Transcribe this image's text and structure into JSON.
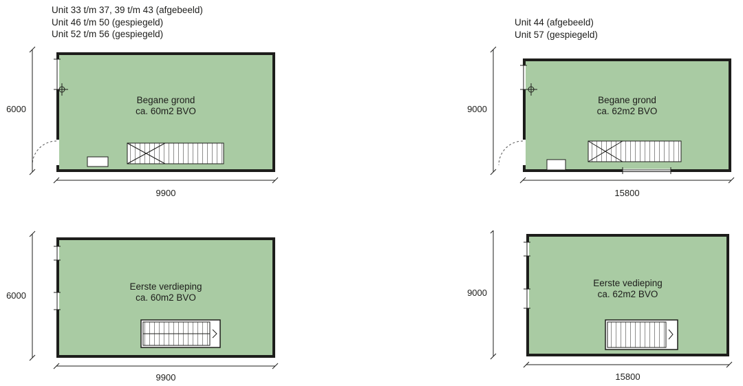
{
  "colors": {
    "plan_fill": "#a9cba3",
    "line": "#1d1d1b"
  },
  "left_section": {
    "header_lines": [
      "Unit 33 t/m 37, 39 t/m 43 (afgebeeld)",
      "Unit 46 t/m 50 (gespiegeld)",
      "Unit 52 t/m 56 (gespiegeld)"
    ],
    "ground_floor": {
      "title": "Begane grond",
      "area": "ca. 60m2 BVO",
      "depth": "6000",
      "width": "9900"
    },
    "first_floor": {
      "title": "Eerste verdieping",
      "area": "ca. 60m2 BVO",
      "depth": "6000",
      "width": "9900"
    }
  },
  "right_section": {
    "header_lines": [
      "Unit 44 (afgebeeld)",
      "Unit 57 (gespiegeld)"
    ],
    "ground_floor": {
      "title": "Begane grond",
      "area": "ca. 62m2 BVO",
      "depth": "9000",
      "width": "15800"
    },
    "first_floor": {
      "title": "Eerste vedieping",
      "area": "ca. 62m2 BVO",
      "depth": "9000",
      "width": "15800"
    }
  }
}
